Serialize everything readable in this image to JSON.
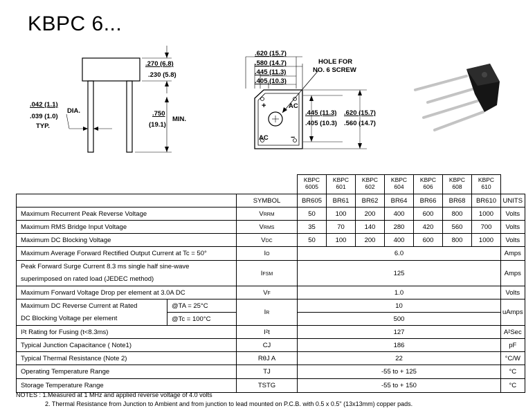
{
  "title": "KBPC 6...",
  "side_view": {
    "height_max": ".270 (6.8)",
    "height_min": ".230 (5.8)",
    "lead_dia_max": ".042 (1.1)",
    "lead_dia_min": ".039 (1.0)",
    "dia_label": "DIA.",
    "typ_label": "TYP.",
    "lead_len_in": ".750",
    "lead_len_mm": "(19.1)",
    "min_label": "MIN."
  },
  "top_view": {
    "w1": ".620 (15.7)",
    "w2": ".580 (14.7)",
    "w3": ".445 (11.3)",
    "w4": ".405 (10.3)",
    "hole_label_1": "HOLE FOR",
    "hole_label_2": "NO. 6 SCREW",
    "h1": ".445 (11.3)",
    "h2": ".405 (10.3)",
    "h3": ".620 (15.7)",
    "h4": ".560 (14.7)",
    "plus": "+",
    "minus": "−",
    "ac": "AC"
  },
  "table": {
    "parts_top": [
      "KBPC",
      "KBPC",
      "KBPC",
      "KBPC",
      "KBPC",
      "KBPC",
      "KBPC"
    ],
    "parts_bottom": [
      "6005",
      "601",
      "602",
      "604",
      "606",
      "608",
      "610"
    ],
    "symbol_header": "SYMBOL",
    "br": [
      "BR605",
      "BR61",
      "BR62",
      "BR64",
      "BR66",
      "BR68",
      "BR610"
    ],
    "units_header": "UNITS",
    "rows": {
      "vrrm": {
        "desc": "Maximum Recurrent Peak Reverse Voltage",
        "sym": "V",
        "sub": "RRM",
        "vals": [
          "50",
          "100",
          "200",
          "400",
          "600",
          "800",
          "1000"
        ],
        "unit": "Volts"
      },
      "vrms": {
        "desc": "Maximum RMS Bridge Input Voltage",
        "sym": "V",
        "sub": "RMS",
        "vals": [
          "35",
          "70",
          "140",
          "280",
          "420",
          "560",
          "700"
        ],
        "unit": "Volts"
      },
      "vdc": {
        "desc": "Maximum DC Blocking Voltage",
        "sym": "V",
        "sub": "DC",
        "vals": [
          "50",
          "100",
          "200",
          "400",
          "600",
          "800",
          "1000"
        ],
        "unit": "Volts"
      },
      "io": {
        "desc": "Maximum Average Forward Rectified Output Current at Tc = 50°",
        "sym": "I",
        "sub": "O",
        "val": "6.0",
        "unit": "Amps"
      },
      "ifsm": {
        "desc1": "Peak Forward Surge Current 8.3 ms single half sine-wave",
        "desc2": "superimposed on rated load (JEDEC method)",
        "sym": "I",
        "sub": "FSM",
        "val": "125",
        "unit": "Amps"
      },
      "vf": {
        "desc": "Maximum Forward Voltage Drop per element at 3.0A DC",
        "sym": "V",
        "sub": "F",
        "val": "1.0",
        "unit": "Volts"
      },
      "ir": {
        "desc1": "Maximum DC Reverse Current at Rated",
        "desc2": "DC Blocking Voltage per element",
        "cond1": "@TA = 25°C",
        "cond2": "@Tc = 100°C",
        "sym": "I",
        "sub": "R",
        "val1": "10",
        "val2": "500",
        "unit": "uAmps"
      },
      "i2t": {
        "desc": "I²t Rating for Fusing (t<8.3ms)",
        "sym": "I²t",
        "val": "127",
        "unit": "A²Sec"
      },
      "cj": {
        "desc": "Typical Junction Capacitance ( Note1)",
        "sym": "CJ",
        "val": "186",
        "unit": "pF"
      },
      "rth": {
        "desc": "Typical Thermal Resistance (Note 2)",
        "sym": "RθJ A",
        "val": "22",
        "unit": "°C/W"
      },
      "tj": {
        "desc": "Operating Temperature Range",
        "sym": "TJ",
        "val": "-55 to + 125",
        "unit": "°C"
      },
      "tstg": {
        "desc": "Storage Temperature Range",
        "sym": "TSTG",
        "val": "-55 to + 150",
        "unit": "°C"
      }
    }
  },
  "notes": {
    "line1": "NOTES :  1.Measured at 1 MHz and applied reverse voltage of 4.0 volts",
    "line2": "2. Thermal Resistance from Junction to Ambient and from junction to lead mounted on P.C.B. with 0.5 x 0.5\" (13x13mm) copper pads."
  }
}
